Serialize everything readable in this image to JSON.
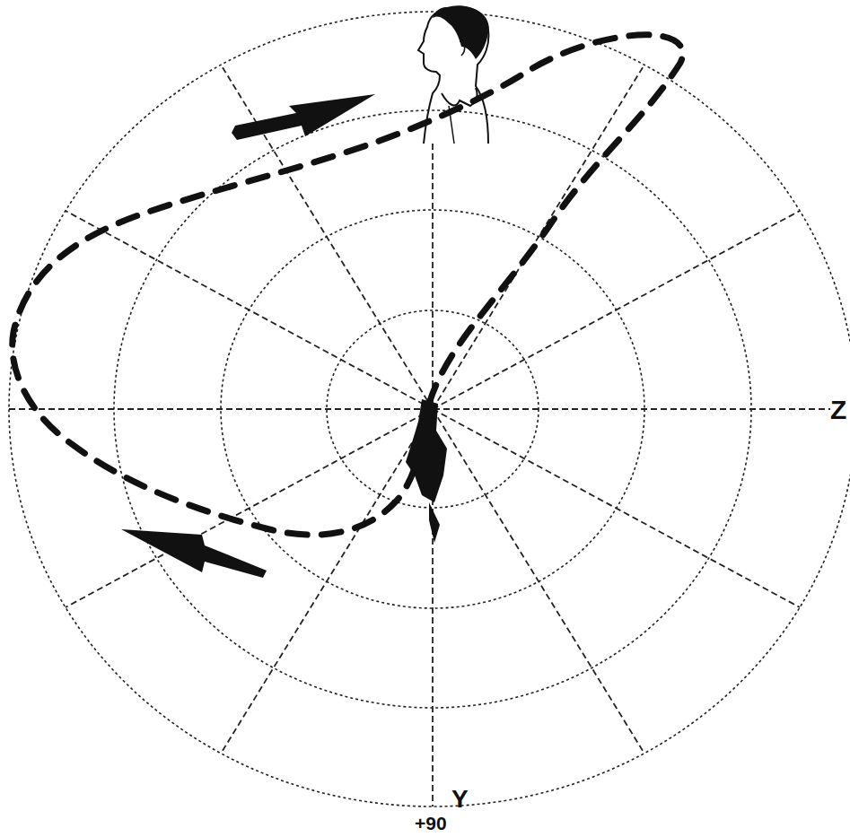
{
  "diagram": {
    "labels": [
      "Z",
      "Y",
      "+90"
    ]
  }
}
